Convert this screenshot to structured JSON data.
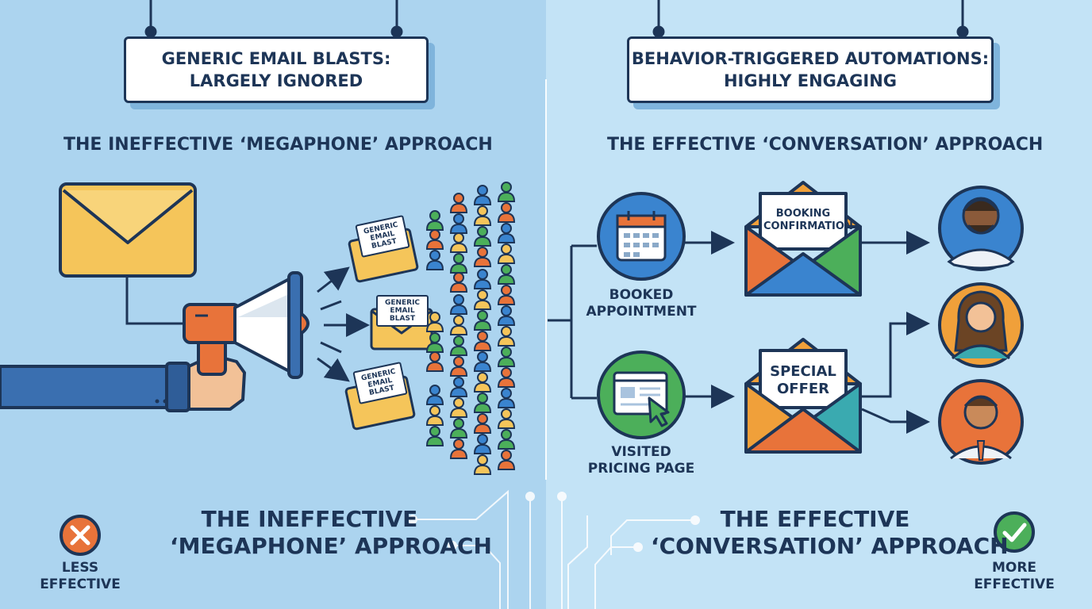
{
  "left": {
    "sign_line1": "GENERIC EMAIL BLASTS:",
    "sign_line2": "LARGELY IGNORED",
    "heading": "THE INEFFECTIVE ‘MEGAPHONE’ APPROACH",
    "note_line1": "GENERIC",
    "note_line2": "EMAIL BLAST",
    "caption_line1": "THE INEFFECTIVE",
    "caption_line2": "‘MEGAPHONE’ APPROACH",
    "badge_line1": "LESS",
    "badge_line2": "EFFECTIVE"
  },
  "right": {
    "sign_line1": "BEHAVIOR-TRIGGERED AUTOMATIONS:",
    "sign_line2": "HIGHLY ENGAGING",
    "heading": "THE EFFECTIVE ‘CONVERSATION’ APPROACH",
    "trigger1_line1": "BOOKED",
    "trigger1_line2": "APPOINTMENT",
    "trigger2_line1": "VISITED",
    "trigger2_line2": "PRICING PAGE",
    "email1_line1": "BOOKING",
    "email1_line2": "CONFIRMATION",
    "email2_line1": "SPECIAL",
    "email2_line2": "OFFER",
    "caption_line1": "THE EFFECTIVE",
    "caption_line2": "‘CONVERSATION’ APPROACH",
    "badge_line1": "MORE",
    "badge_line2": "EFFECTIVE"
  },
  "colors": {
    "left_bg": "#acd4ef",
    "right_bg": "#c3e3f6",
    "ink": "#1d3557",
    "bad": "#e8733a",
    "good": "#4caf5a",
    "envelope_yellow": "#f5c55a"
  },
  "icons": [
    "envelope-icon",
    "megaphone-icon",
    "hand-icon",
    "person-icon",
    "calendar-icon",
    "browser-cursor-icon",
    "close-icon",
    "check-icon",
    "arrow-icon"
  ]
}
